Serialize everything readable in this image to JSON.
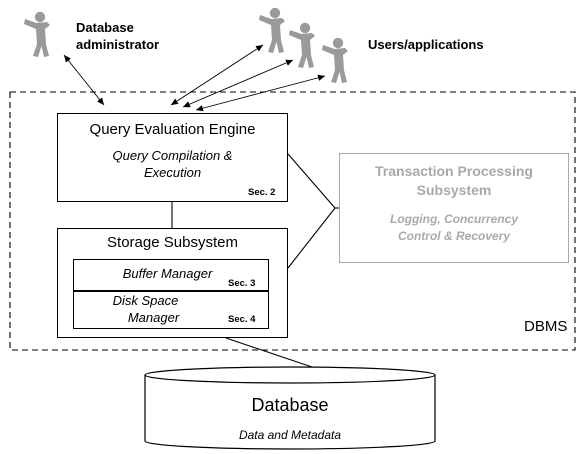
{
  "actors": {
    "admin_label_1": "Database",
    "admin_label_2": "administrator",
    "users_label": "Users/applications"
  },
  "dbms": {
    "label": "DBMS"
  },
  "qee": {
    "title": "Query Evaluation Engine",
    "subtitle_1": "Query Compilation &",
    "subtitle_2": "Execution",
    "section": "Sec. 2"
  },
  "storage": {
    "title": "Storage Subsystem",
    "buffer_manager": "Buffer Manager",
    "buffer_section": "Sec. 3",
    "disk_line_1": "Disk Space",
    "disk_line_2": "Manager",
    "disk_section": "Sec. 4"
  },
  "tps": {
    "title_1": "Transaction Processing",
    "title_2": "Subsystem",
    "subtitle_1": "Logging, Concurrency",
    "subtitle_2": "Control & Recovery"
  },
  "database": {
    "title": "Database",
    "subtitle": "Data and Metadata"
  },
  "colors": {
    "line": "#000000",
    "figure": "#9a9a9a",
    "inactive": "#a9a9a9"
  },
  "icons": {
    "person": "person-icon"
  }
}
